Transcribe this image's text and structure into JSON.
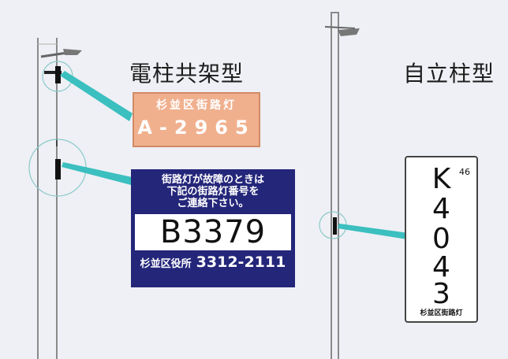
{
  "left": {
    "title": "電柱共架型",
    "orange_plate": {
      "top_text": "杉並区街路灯",
      "number": "A-2965"
    },
    "blue_plate": {
      "line1": "街路灯が故障のときは",
      "line2": "下記の街路灯番号を",
      "line3": "ご連絡下さい。",
      "number": "B3379",
      "office": "杉並区役所",
      "phone": "3312-2111"
    }
  },
  "right": {
    "title": "自立柱型",
    "white_plate": {
      "characters": [
        "K",
        "4",
        "0",
        "4",
        "3"
      ],
      "superscript": "46",
      "footer": "杉並区街路灯"
    }
  },
  "colors": {
    "background": "#eef0f5",
    "teal_pointer": "#3bbfbf",
    "orange_plate": "#f0b08e",
    "blue_plate": "#24267a"
  }
}
